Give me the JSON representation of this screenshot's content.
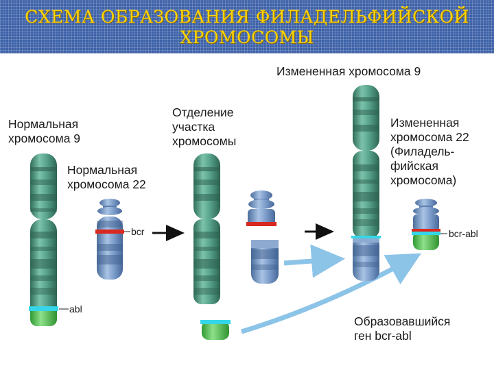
{
  "title_lines": [
    "СХЕМА ОБРАЗОВАНИЯ ФИЛАДЕЛЬФИЙСКОЙ",
    "ХРОМОСОМЫ"
  ],
  "labels": {
    "normal_chr9": [
      "Нормальная",
      "хромосома 9"
    ],
    "normal_chr22": [
      "Нормальная",
      "хромосома 22"
    ],
    "separation": [
      "Отделение",
      "участка",
      "хромосомы"
    ],
    "altered_chr9": "Измененная хромосома 9",
    "altered_chr22": [
      "Измененная",
      "хромосома 22",
      "(Филадель-",
      "фийская",
      "хромосома)"
    ],
    "fusion_gene": [
      "Образовавшийся",
      "ген bcr-abl"
    ]
  },
  "markers": {
    "bcr": "bcr",
    "abl": "abl",
    "bcr_abl": "bcr-abl"
  },
  "colors": {
    "chr9_green": "#4e9a84",
    "chr22_blue": "#6f93c2",
    "bcr_red": "#d9281f",
    "abl_cyan": "#35d6e8",
    "abl_green": "#49c24a",
    "arrow_light_blue": "#8cc4e8",
    "title_yellow": "#ffd400",
    "banner_blue": "#3e62a8"
  }
}
